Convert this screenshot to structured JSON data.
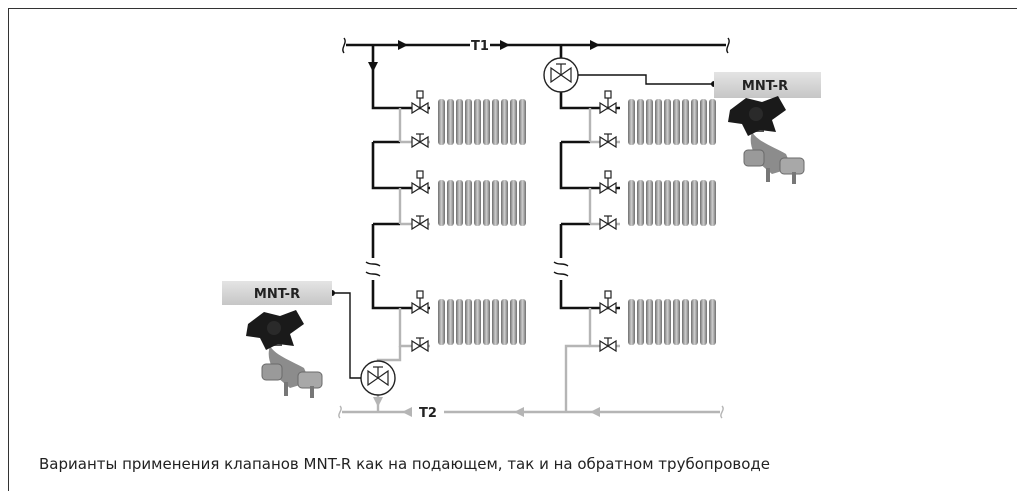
{
  "pipes": {
    "supply_label": "T1",
    "return_label": "T2"
  },
  "valves": {
    "right_label": "MNT-R",
    "left_label": "MNT-R"
  },
  "caption": "Варианты применения клапанов MNT-R как на подающем, так и на обратном трубопроводе",
  "colors": {
    "supply": "#111111",
    "return": "#b5b5b5",
    "label_bg": "#d6d6d6",
    "radiator": "#8a8a8a",
    "valve_body": "#444444"
  }
}
